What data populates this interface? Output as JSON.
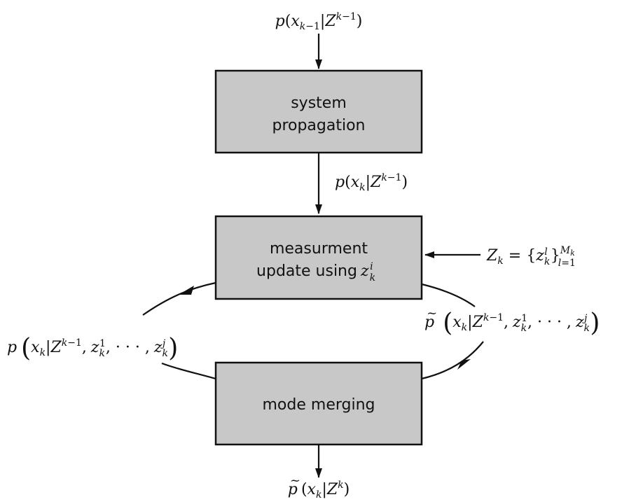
{
  "nodes": {
    "system_propagation": {
      "line1": "system",
      "line2": "propagation"
    },
    "measurement_update": {
      "line1": "measurment",
      "line2": "update using"
    },
    "mode_merging": {
      "label": "mode merging"
    }
  },
  "labels": {
    "input_prior": "p(x_{k-1} | Z^{k-1})",
    "predicted": "p(x_k | Z^{k-1})",
    "measurement_set": "Z_k = {z_k^l}_{l=1}^{M_k}",
    "measurement_symbol": "z_k^i",
    "left_loop": "p(x_k | Z^{k-1}, z_k^1, ..., z_k^j)",
    "right_loop": "p~(x_k | Z^{k-1}, z_k^1, ..., z_k^j)",
    "output_posterior": "p~(x_k | Z^k)"
  }
}
